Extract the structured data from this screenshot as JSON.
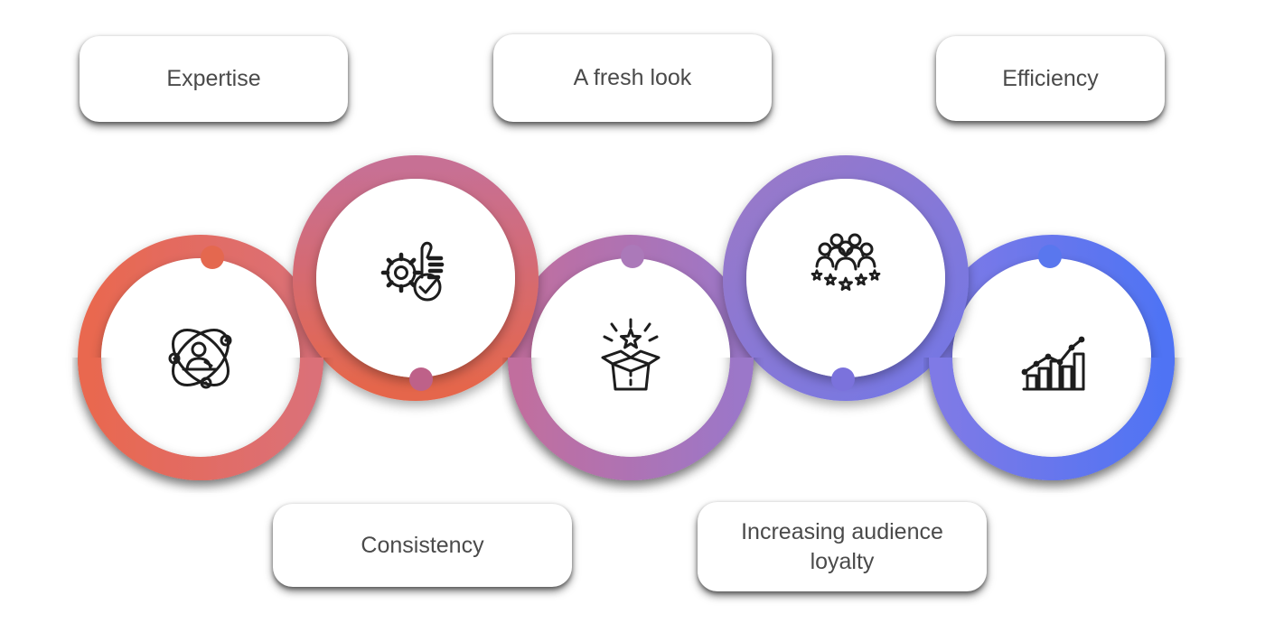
{
  "background_color": "#ffffff",
  "text_color": "#4a4a4a",
  "items": [
    {
      "label": "Expertise",
      "label_position": "top",
      "icon": "person-network-icon",
      "ring_gradient": [
        "#E9684F",
        "#DB7078"
      ],
      "connector_color": "#E4684F"
    },
    {
      "label": "Consistency",
      "label_position": "bottom",
      "icon": "gear-thumbs-up-icon",
      "ring_gradient": [
        "#C76F94",
        "#E5664B"
      ],
      "connector_color": "#BE6189"
    },
    {
      "label": "A fresh look",
      "label_position": "top",
      "icon": "open-box-star-icon",
      "ring_gradient": [
        "#C16E9E",
        "#9B77C9"
      ],
      "connector_color": "#AB79B9"
    },
    {
      "label": "Increasing audience loyalty",
      "label_position": "bottom",
      "icon": "audience-stars-icon",
      "ring_gradient": [
        "#9B79C7",
        "#7277E6"
      ],
      "connector_color": "#7B72DC"
    },
    {
      "label": "Efficiency",
      "label_position": "top",
      "icon": "growth-chart-icon",
      "ring_gradient": [
        "#7F7AE6",
        "#4F73F4"
      ],
      "connector_color": "#5977EE"
    }
  ]
}
